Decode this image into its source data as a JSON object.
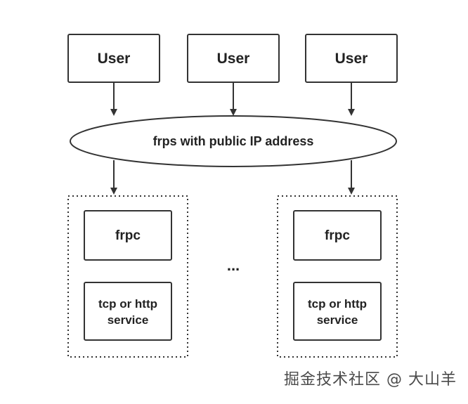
{
  "nodes": {
    "users": [
      {
        "label": "User"
      },
      {
        "label": "User"
      },
      {
        "label": "User"
      }
    ],
    "server": {
      "label": "frps with public IP address"
    },
    "clients": [
      {
        "frpc_label": "frpc",
        "service_label_line1": "tcp or http",
        "service_label_line2": "service"
      },
      {
        "frpc_label": "frpc",
        "service_label_line1": "tcp or http",
        "service_label_line2": "service"
      }
    ],
    "ellipsis": "..."
  },
  "watermark": "掘金技术社区 @ 大山羊",
  "colors": {
    "stroke": "#333333",
    "fill": "#ffffff",
    "text": "#222222"
  }
}
